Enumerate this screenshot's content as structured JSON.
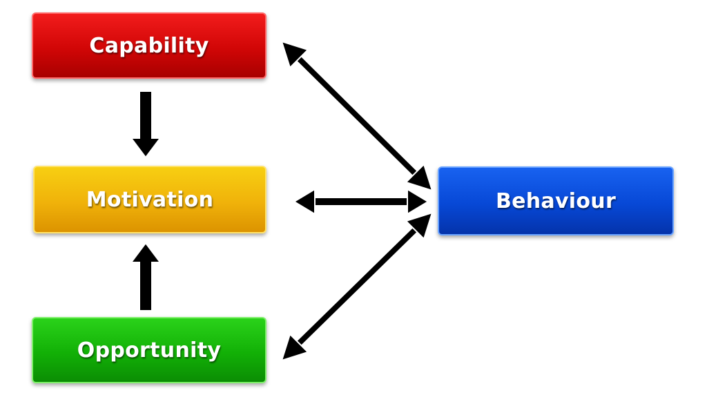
{
  "diagram": {
    "nodes": {
      "capability": "Capability",
      "motivation": "Motivation",
      "opportunity": "Opportunity",
      "behaviour": "Behaviour"
    },
    "colors": {
      "capability": "#d10606",
      "motivation": "#f0b20a",
      "opportunity": "#12b006",
      "behaviour": "#0748d6",
      "arrow": "#000000"
    },
    "edges": [
      {
        "from": "capability",
        "to": "motivation",
        "direction": "one-way"
      },
      {
        "from": "opportunity",
        "to": "motivation",
        "direction": "one-way"
      },
      {
        "from": "capability",
        "to": "behaviour",
        "direction": "two-way"
      },
      {
        "from": "motivation",
        "to": "behaviour",
        "direction": "two-way"
      },
      {
        "from": "opportunity",
        "to": "behaviour",
        "direction": "two-way"
      }
    ]
  }
}
